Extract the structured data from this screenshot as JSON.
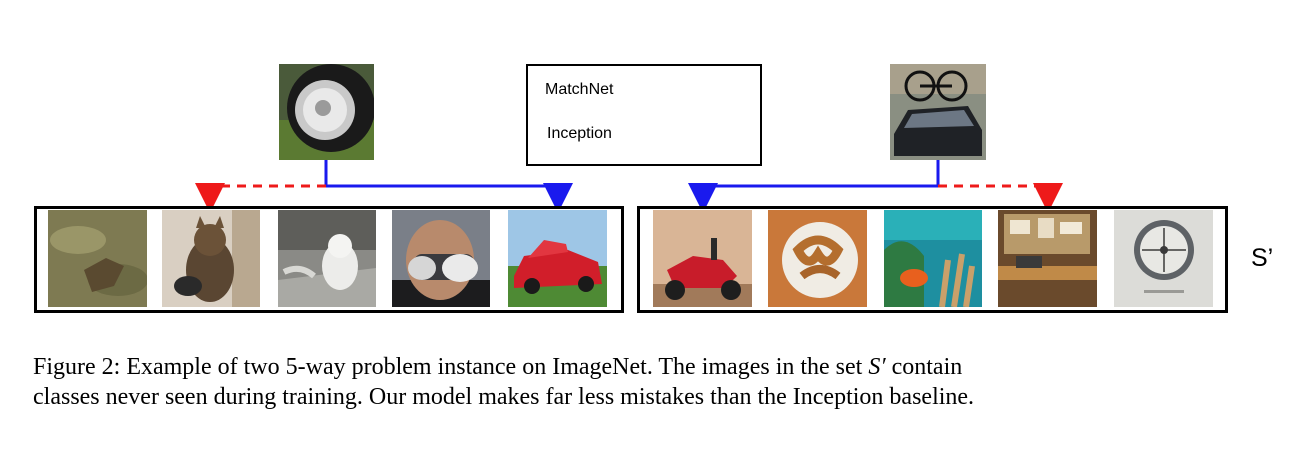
{
  "legend": {
    "matchnet_label": "MatchNet",
    "inception_label": "Inception",
    "matchnet_color": "#1a1aee",
    "inception_color": "#ee1a1a"
  },
  "set_label": "S’",
  "caption": {
    "line1_before": "Figure 2: Example of two 5-way problem instance on ImageNet. The images in the set ",
    "math": "S′",
    "line1_after": " contain",
    "line2": "classes never seen during training. Our model makes far less mistakes than the Inception baseline."
  },
  "left_example": {
    "query_image": "car-wheel-hubcap-photo",
    "support_images": [
      "stingray-photo",
      "cat-photo",
      "dog-photo",
      "respirator-mask-photo",
      "red-car-photo"
    ],
    "matchnet_choice": 5,
    "inception_choice": 2
  },
  "right_example": {
    "query_image": "car-with-roof-bike-rack-photo",
    "support_images": [
      "motor-scooter-photo",
      "pretzel-photo",
      "anemone-fish-photo",
      "cluttered-desk-photo",
      "compass-photo"
    ],
    "matchnet_choice": 1,
    "inception_choice": 4
  }
}
